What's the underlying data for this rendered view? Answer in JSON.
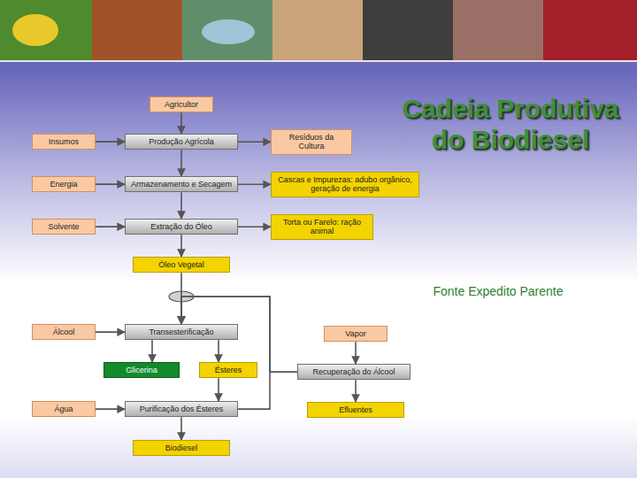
{
  "diagram": {
    "title": "Cadeia Produtiva do Biodiesel",
    "caption": "Fonte Expedito Parente",
    "nodes": [
      {
        "text": [
          "Agricultor"
        ]
      },
      {
        "text": [
          "Insumos"
        ]
      },
      {
        "text": [
          "Produção Agrícola"
        ]
      },
      {
        "text": [
          "Resíduos da Cultura"
        ]
      },
      {
        "text": [
          "Energia"
        ]
      },
      {
        "text": [
          "Armazenamento e Secagem"
        ]
      },
      {
        "text": [
          "Cascas e Impurezas: adubo orgânico, geração de energia"
        ]
      },
      {
        "text": [
          "Solvente"
        ]
      },
      {
        "text": [
          "Extração do Óleo"
        ]
      },
      {
        "text": [
          "Torta ou Farelo: ração animal"
        ]
      },
      {
        "text": [
          "Óleo Vegetal"
        ]
      },
      {
        "text": [
          "Álcool"
        ]
      },
      {
        "text": [
          "Transesterificação"
        ]
      },
      {
        "text": [
          "Vapor"
        ]
      },
      {
        "text": [
          "Glicerina"
        ]
      },
      {
        "text": [
          "Ésteres"
        ]
      },
      {
        "text": [
          "Recuperação do Álcool"
        ]
      },
      {
        "text": [
          "Água"
        ]
      },
      {
        "text": [
          "Purificação dos Ésteres"
        ]
      },
      {
        "text": [
          "Efluentes"
        ]
      },
      {
        "text": [
          "Biodiesel"
        ]
      }
    ],
    "edges": [
      {
        "from": 0,
        "to": 2,
        "arrow": "to"
      },
      {
        "from": 1,
        "to": 2,
        "arrow": "to"
      },
      {
        "from": 2,
        "to": 3,
        "arrow": "to"
      },
      {
        "from": 2,
        "to": 5,
        "arrow": "to"
      },
      {
        "from": 4,
        "to": 5,
        "arrow": "to"
      },
      {
        "from": 5,
        "to": 6,
        "arrow": "to"
      },
      {
        "from": 5,
        "to": 8,
        "arrow": "to"
      },
      {
        "from": 7,
        "to": 8,
        "arrow": "to"
      },
      {
        "from": 8,
        "to": 9,
        "arrow": "to"
      },
      {
        "from": 8,
        "to": 10,
        "arrow": "to"
      },
      {
        "from": 10,
        "to": 12,
        "arrow": "to"
      },
      {
        "from": 11,
        "to": 12,
        "arrow": "to"
      },
      {
        "from": 12,
        "to": 14,
        "arrow": "to"
      },
      {
        "from": 12,
        "to": 15,
        "arrow": "to"
      },
      {
        "from": 15,
        "to": 18,
        "arrow": "to"
      },
      {
        "from": 17,
        "to": 18,
        "arrow": "to"
      },
      {
        "from": 18,
        "to": 20,
        "arrow": "to"
      },
      {
        "from": 18,
        "to": 12,
        "arrow": "to"
      },
      {
        "from": 13,
        "to": 16,
        "arrow": "to"
      },
      {
        "from": 16,
        "to": 19,
        "arrow": "to"
      },
      {
        "from": 16,
        "to": 12,
        "arrow": "to"
      }
    ]
  }
}
